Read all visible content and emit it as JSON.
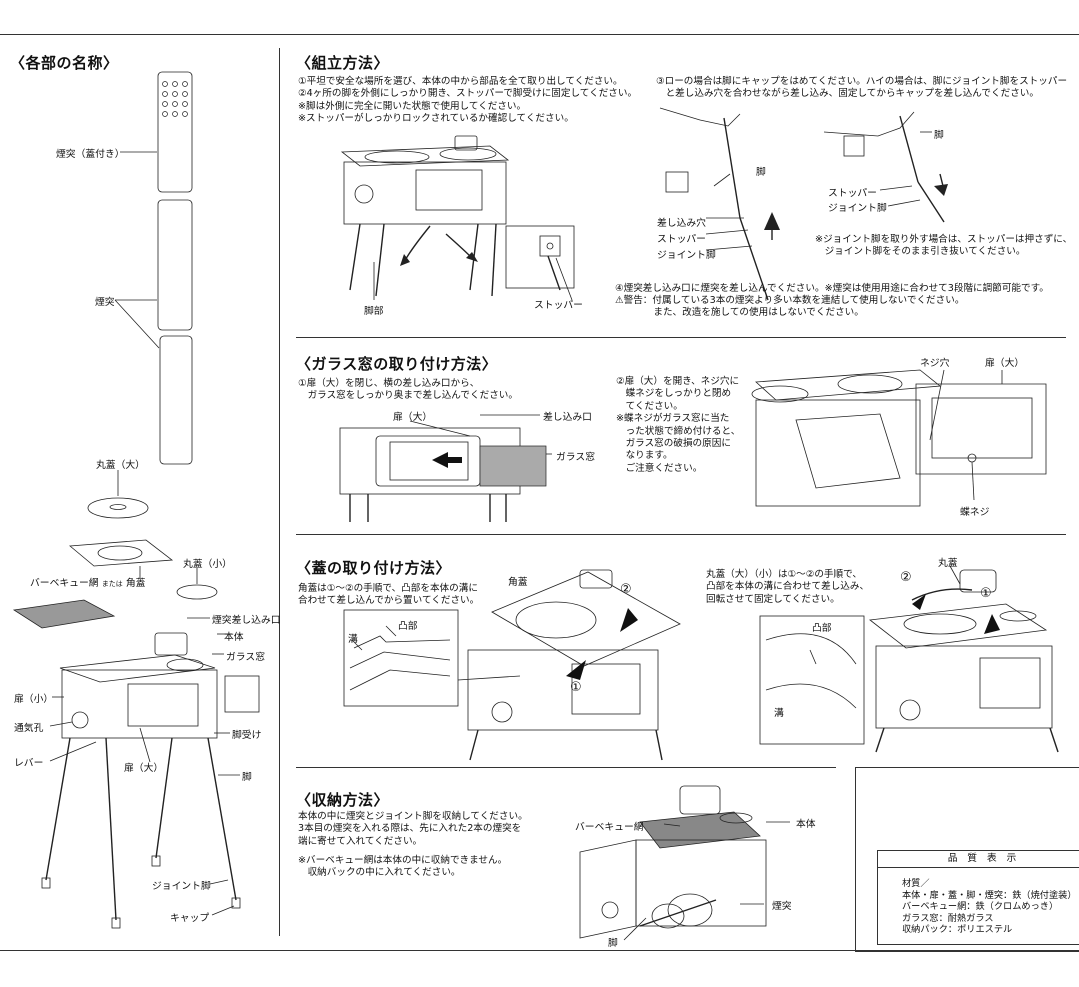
{
  "parts": {
    "heading": "〈各部の名称〉",
    "labels": {
      "chimney_cap": "煙突（蓋付き）",
      "chimney": "煙突",
      "lid_large": "丸蓋（大）",
      "lid_small": "丸蓋（小）",
      "bbq_net": "バーベキュー網",
      "or": "または",
      "square_lid": "角蓋",
      "chimney_inlet": "煙突差し込み口",
      "body": "本体",
      "glass_window": "ガラス窓",
      "door_small": "扉（小）",
      "vent": "通気孔",
      "lever": "レバー",
      "door_large": "扉（大）",
      "leg_holder": "脚受け",
      "leg": "脚",
      "joint_leg": "ジョイント脚",
      "cap": "キャップ"
    }
  },
  "assembly": {
    "heading": "〈組立方法〉",
    "text_left": "①平坦で安全な場所を選び、本体の中から部品を全て取り出してください。\n②4ヶ所の脚を外側にしっかり開き、ストッパーで脚受けに固定してください。\n※脚は外側に完全に開いた状態で使用してください。\n※ストッパーがしっかりロックされているか確認してください。",
    "text_right": "③ローの場合は脚にキャップをはめてください。ハイの場合は、脚にジョイント脚をストッパー\n　と差し込み穴を合わせながら差し込み、固定してからキャップを差し込んでください。",
    "label_legs": "脚部",
    "label_stopper": "ストッパー",
    "label_leg": "脚",
    "label_insert_hole": "差し込み穴",
    "label_stopper2": "ストッパー",
    "label_joint_leg": "ジョイント脚",
    "label_leg3": "脚",
    "label_stopper3": "ストッパー",
    "label_joint_leg3": "ジョイント脚",
    "joint_note": "※ジョイント脚を取り外す場合は、ストッパーは押さずに、\n　ジョイント脚をそのまま引き抜いてください。",
    "step4": "④煙突差し込み口に煙突を差し込んでください。※煙突は使用用途に合わせて3段階に調節可能です。",
    "warning": "⚠警告：付属している3本の煙突より多い本数を連結して使用しないでください。\n　　　　また、改造を施しての使用はしないでください。"
  },
  "glass": {
    "heading": "〈ガラス窓の取り付け方法〉",
    "text1": "①扉（大）を閉じ、横の差し込み口から、\n　ガラス窓をしっかり奥まで差し込んでください。",
    "label_door_large": "扉（大）",
    "label_insert": "差し込み口",
    "label_glass": "ガラス窓",
    "text2": "②扉（大）を開き、ネジ穴に\n　蝶ネジをしっかりと閉め\n　てください。\n※蝶ネジがガラス窓に当た\n　った状態で締め付けると、\n　ガラス窓の破損の原因に\n　なります。\n　ご注意ください。",
    "label_screw_hole": "ネジ穴",
    "label_door_large2": "扉（大）",
    "label_wing_screw": "蝶ネジ"
  },
  "lid": {
    "heading": "〈蓋の取り付け方法〉",
    "text1": "角蓋は①～②の手順で、凸部を本体の溝に\n合わせて差し込んでから置いてください。",
    "label_square_lid": "角蓋",
    "label_convex": "凸部",
    "label_groove": "溝",
    "text2": "丸蓋（大）（小）は①～②の手順で、\n凸部を本体の溝に合わせて差し込み、\n回転させて固定してください。",
    "label_round_lid": "丸蓋",
    "label_convex2": "凸部",
    "label_groove2": "溝",
    "num1": "①",
    "num2": "②"
  },
  "storage": {
    "heading": "〈収納方法〉",
    "text": "本体の中に煙突とジョイント脚を収納してください。\n3本目の煙突を入れる際は、先に入れた2本の煙突を\n端に寄せて入れてください。",
    "note": "※バーベキュー網は本体の中に収納できません。\n　収納バックの中に入れてください。",
    "label_bbq": "バーベキュー網",
    "label_body": "本体",
    "label_chimney": "煙突",
    "label_leg": "脚"
  },
  "quality": {
    "title": "品　質　表　示",
    "lines": [
      "材質／",
      "本体・扉・蓋・脚・煙突：鉄（焼付塗装）",
      "バーベキュー網：鉄（クロムめっき）",
      "ガラス窓：耐熱ガラス",
      "収納パック：ポリエステル"
    ]
  }
}
